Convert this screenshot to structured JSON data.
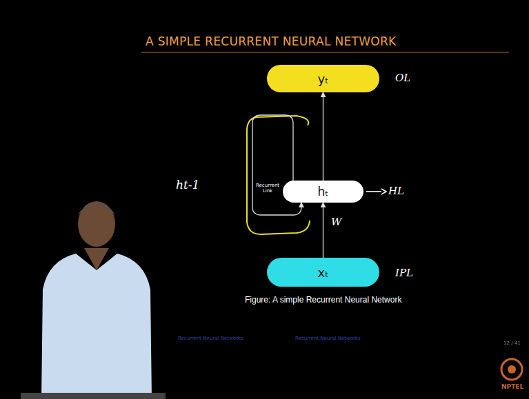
{
  "diagram": {
    "title": "A SIMPLE RECURRENT NEURAL NETWORK",
    "caption": "Figure: A simple Recurrent Neural Network",
    "nodes": [
      {
        "text": [
          "yₜ"
        ]
      },
      {
        "text": [
          "hₜ"
        ]
      },
      {
        "text": [
          "xₜ"
        ]
      }
    ],
    "edges": [
      {
        "from": 2,
        "to": 1,
        "arrow": "to"
      },
      {
        "from": 1,
        "to": 0,
        "arrow": "to"
      },
      {
        "from": 1,
        "to": 1,
        "label": "Recurrent Link",
        "arrow": "to"
      }
    ],
    "labels": [
      "OL",
      "HL",
      "IPL",
      "W",
      "ht-1",
      "Recurrent Neural Networks",
      "Recurrent Neural Networks",
      "12 / 41",
      "NPTEL"
    ]
  }
}
